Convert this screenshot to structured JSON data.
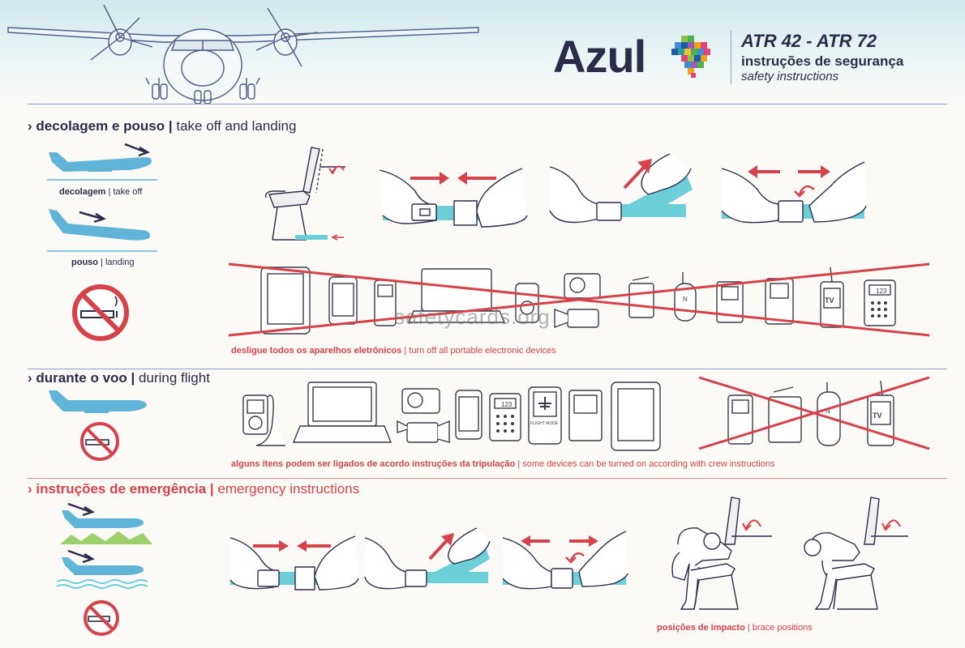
{
  "header": {
    "brand": "Azul",
    "model": "ATR 42 - ATR 72",
    "title_pt": "instruções de segurança",
    "title_en": "safety instructions"
  },
  "sections": {
    "takeoff": {
      "chevron": "›",
      "pt": "decolagem e pouso",
      "sep": "|",
      "en": "take off and landing",
      "takeoff_pt": "decolagem",
      "takeoff_en": "take off",
      "landing_pt": "pouso",
      "landing_en": "landing",
      "devices_caption_pt": "desligue todos os aparelhos eletrônicos",
      "devices_caption_en": "turn off all portable electronic devices"
    },
    "flight": {
      "chevron": "›",
      "pt": "durante o voo",
      "sep": "|",
      "en": "during flight",
      "devices_caption_pt": "alguns ítens podem ser ligados de acordo instruções da tripulação",
      "devices_caption_en": "some devices can be turned on according with crew instructions"
    },
    "emergency": {
      "chevron": "›",
      "pt": "instruções de emergência",
      "sep": "|",
      "en": "emergency instructions",
      "brace_pt": "posições de impacto",
      "brace_en": "brace positions"
    }
  },
  "device_labels": {
    "tv": "TV",
    "calc": "123",
    "flight_mode": "FLIGHT MODE",
    "compass": "N"
  },
  "watermark": "safetycards.org",
  "colors": {
    "navy": "#2c2c4a",
    "red": "#d6424a",
    "plane_blue": "#5fb4d8",
    "belt_teal": "#6ccfd8",
    "sky": "#d3ecef",
    "rule": "#8aa0c8"
  }
}
